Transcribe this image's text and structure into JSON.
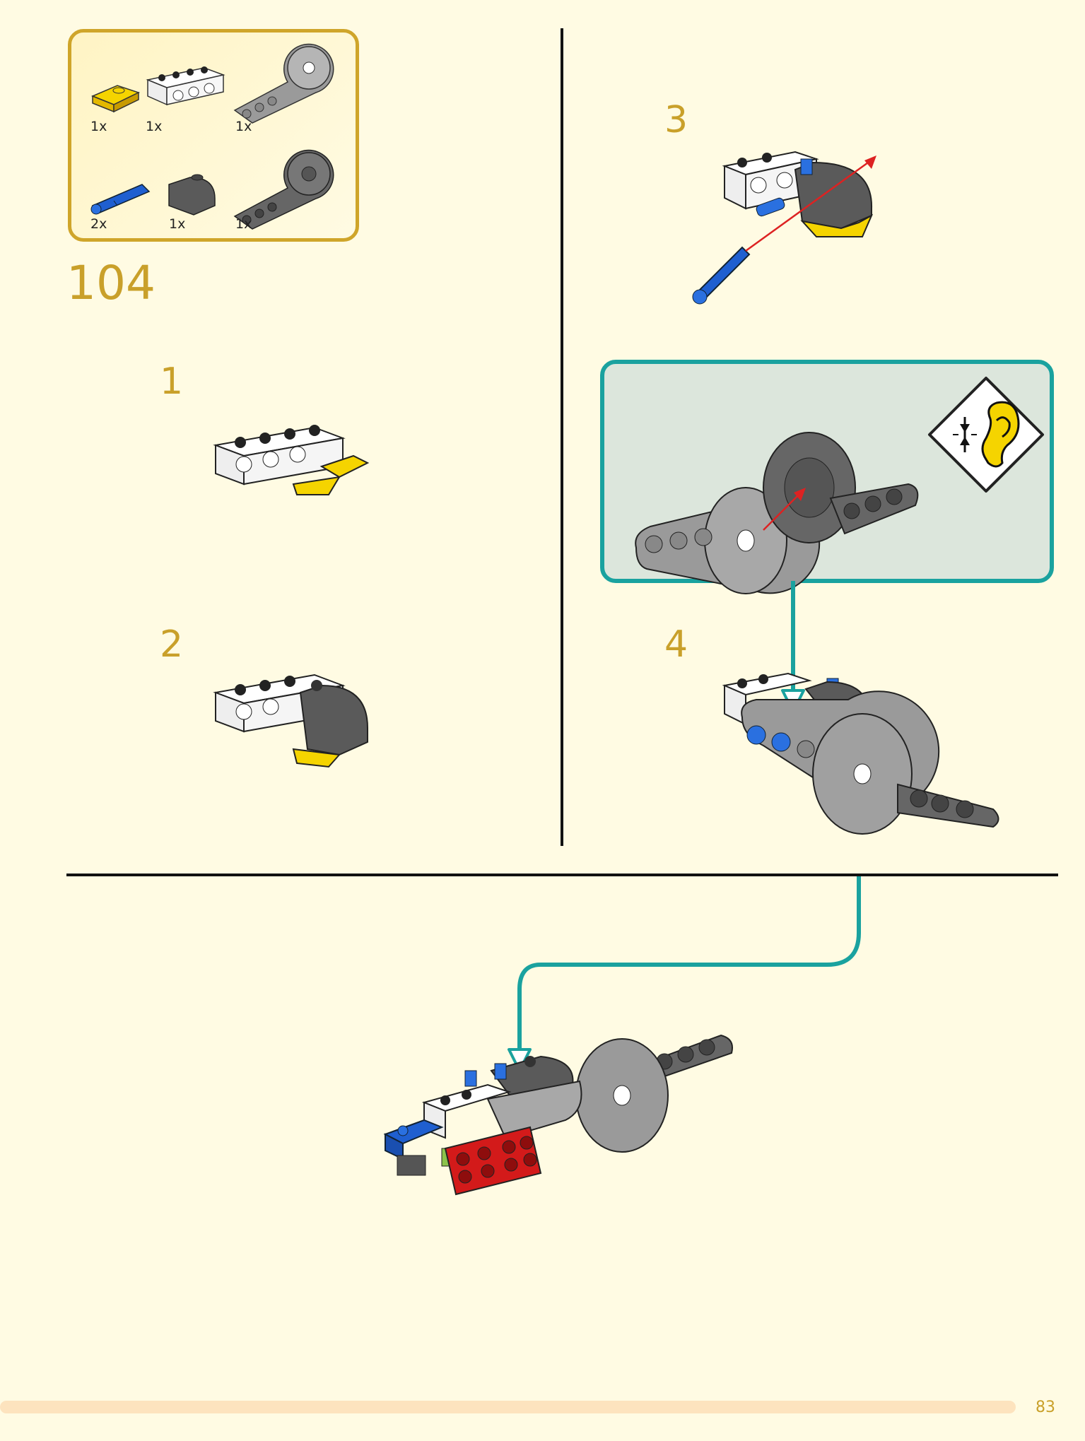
{
  "parts_list": {
    "items": [
      {
        "name": "yellow-plate-icon",
        "qty": "1x"
      },
      {
        "name": "white-technic-brick-icon",
        "qty": "1x"
      },
      {
        "name": "gray-technic-arm-icon",
        "qty": "1x"
      },
      {
        "name": "blue-pin-icon",
        "qty": "2x"
      },
      {
        "name": "dark-gray-slope-icon",
        "qty": "1x"
      },
      {
        "name": "dark-gray-technic-arm-icon",
        "qty": "1x"
      }
    ]
  },
  "page_step": "104",
  "steps": [
    {
      "number": "1"
    },
    {
      "number": "2"
    },
    {
      "number": "3"
    },
    {
      "number": "4"
    }
  ],
  "callout": {
    "icon": "listen-click-icon"
  },
  "page_number": "83",
  "colors": {
    "accent_gold": "#c9a02a",
    "callout_teal": "#1aa29f",
    "background": "#fffbe3",
    "footer_bar": "#fde3be"
  }
}
